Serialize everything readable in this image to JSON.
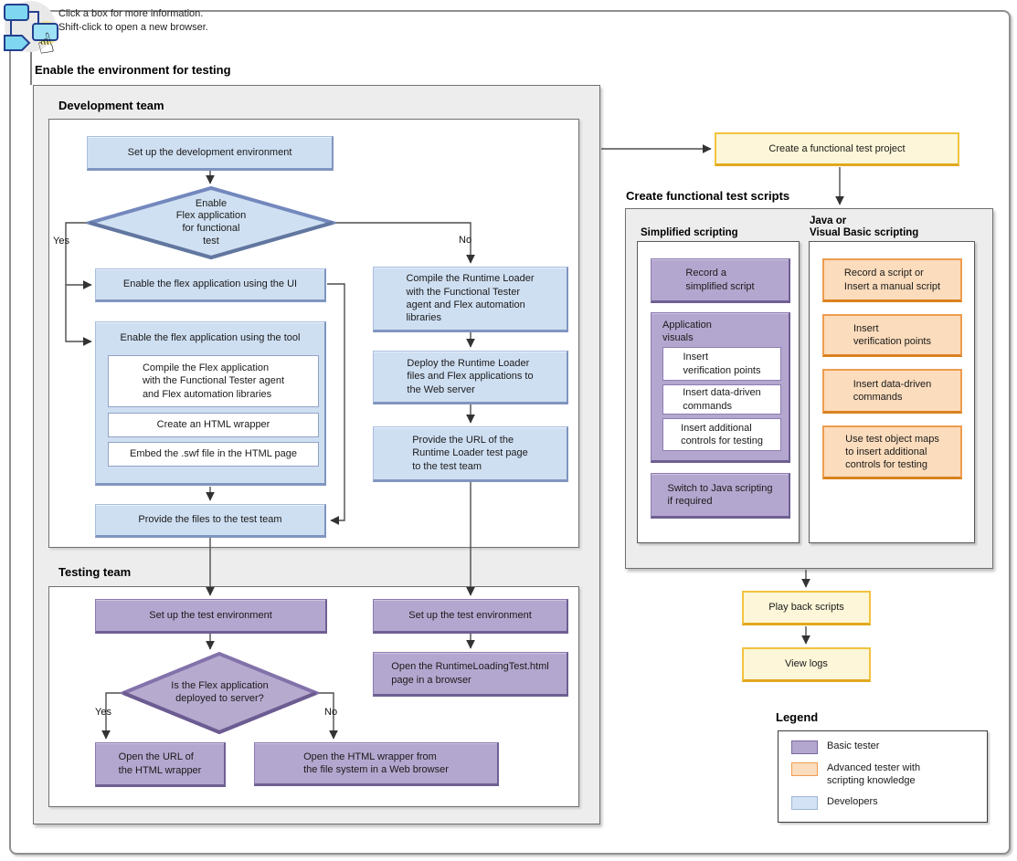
{
  "hint": {
    "line1": "Click a box for more information.",
    "line2": "Shift-click to open a new browser."
  },
  "section_titles": {
    "enable_env": "Enable the environment for testing",
    "dev_team": "Development team",
    "test_team": "Testing team",
    "create_scripts": "Create functional test scripts",
    "simplified": "Simplified scripting",
    "java_vb": "Java or\nVisual Basic scripting",
    "legend": "Legend"
  },
  "labels": {
    "yes1": "Yes",
    "no1": "No",
    "yes2": "Yes",
    "no2": "No"
  },
  "nodes": {
    "setup_dev_env": "Set up the development environment",
    "enable_flex_decision": "Enable\nFlex application\nfor functional\ntest",
    "enable_ui": "Enable the flex application using the UI",
    "enable_tool_title": "Enable the flex application using the tool",
    "compile_flex": "Compile the Flex application\nwith the Functional Tester agent\nand Flex automation libraries",
    "create_wrapper": "Create an HTML wrapper",
    "embed_swf": "Embed the .swf file in the HTML page",
    "provide_files": "Provide the files to the test team",
    "compile_runtime": "Compile the Runtime Loader\nwith the Functional Tester\nagent and Flex automation\nlibraries",
    "deploy_runtime": "Deploy the Runtime Loader\nfiles and Flex applications to\nthe Web server",
    "provide_url": "Provide the URL of the\nRuntime Loader test page\nto the test team",
    "setup_test_left": "Set up the test environment",
    "setup_test_right": "Set up the test environment",
    "deployed_decision": "Is the Flex application\ndeployed to server?",
    "open_url_wrapper": "Open the URL of\nthe HTML wrapper",
    "open_html_wrapper": "Open the HTML wrapper from\nthe file system in a Web browser",
    "open_runtime_test": "Open the RuntimeLoadingTest.html\npage in a browser",
    "create_project": "Create a functional test project",
    "record_simplified": "Record a\nsimplified script",
    "app_visuals": "Application\nvisuals",
    "insert_vp_simplified": "Insert\nverification points",
    "insert_dd_simplified": "Insert data-driven\ncommands",
    "insert_controls_simplified": "Insert additional\ncontrols for testing",
    "switch_java": "Switch to Java scripting\nif required",
    "record_script": "Record a script or\nInsert a manual script",
    "insert_vp_java": "Insert\nverification points",
    "insert_dd_java": "Insert data-driven\ncommands",
    "use_maps": "Use test object maps\nto insert additional\ncontrols for testing",
    "play_back": "Play back scripts",
    "view_logs": "View logs"
  },
  "legend": {
    "items": [
      {
        "label": "Basic tester",
        "color": "#b4a7cf"
      },
      {
        "label": "Advanced tester with\nscripting knowledge",
        "color": "#fbdcbc"
      },
      {
        "label": "Developers",
        "color": "#d3e2f4"
      }
    ]
  },
  "colors": {
    "developer_blue": "#cfdff2",
    "blue_border": "#8095bf",
    "basic_tester_purple": "#b4a7cf",
    "purple_border": "#6f5f92",
    "advanced_tester_orange": "#fbdcbc",
    "orange_border": "#ee9c4f",
    "milestone_yellow": "#fdf6d8",
    "yellow_border": "#f2c33f",
    "container_gray": "#ededed"
  }
}
